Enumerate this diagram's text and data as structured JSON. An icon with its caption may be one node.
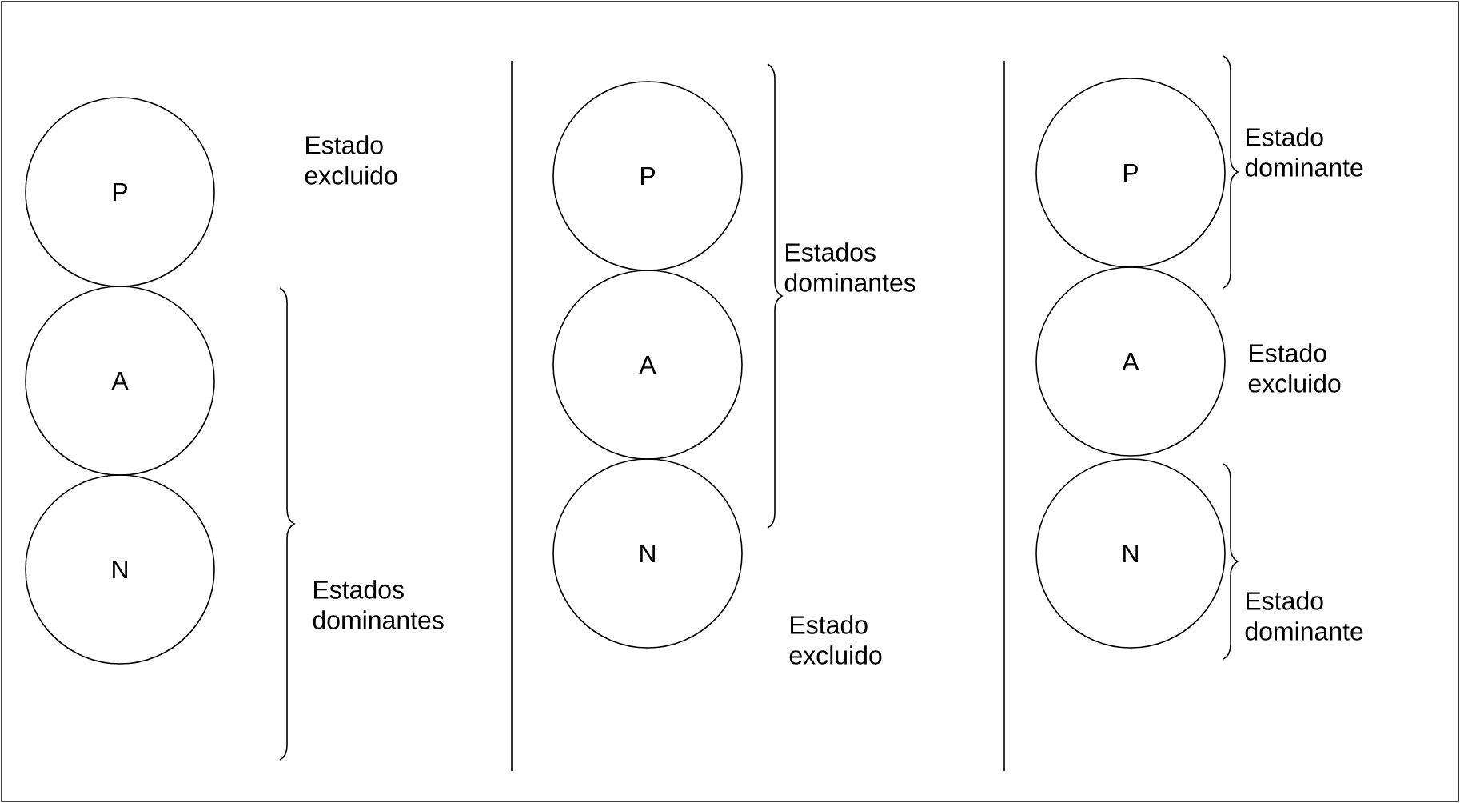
{
  "diagram": {
    "nodes": [
      {
        "text": [
          "P"
        ],
        "beside": [
          "Estado excluido"
        ]
      },
      {
        "text": [
          "A"
        ]
      },
      {
        "text": [
          "N"
        ]
      },
      {
        "text": [
          "P"
        ]
      },
      {
        "text": [
          "A"
        ]
      },
      {
        "text": [
          "N"
        ],
        "beside": [
          "Estado excluido"
        ]
      },
      {
        "text": [
          "P"
        ],
        "beside": [
          "Estado dominante"
        ]
      },
      {
        "text": [
          "A"
        ],
        "beside": [
          "Estado excluido"
        ]
      },
      {
        "text": [
          "N"
        ],
        "beside": [
          "Estado dominante"
        ]
      }
    ],
    "labels": [
      "Estados dominantes",
      "Estados dominantes"
    ]
  }
}
